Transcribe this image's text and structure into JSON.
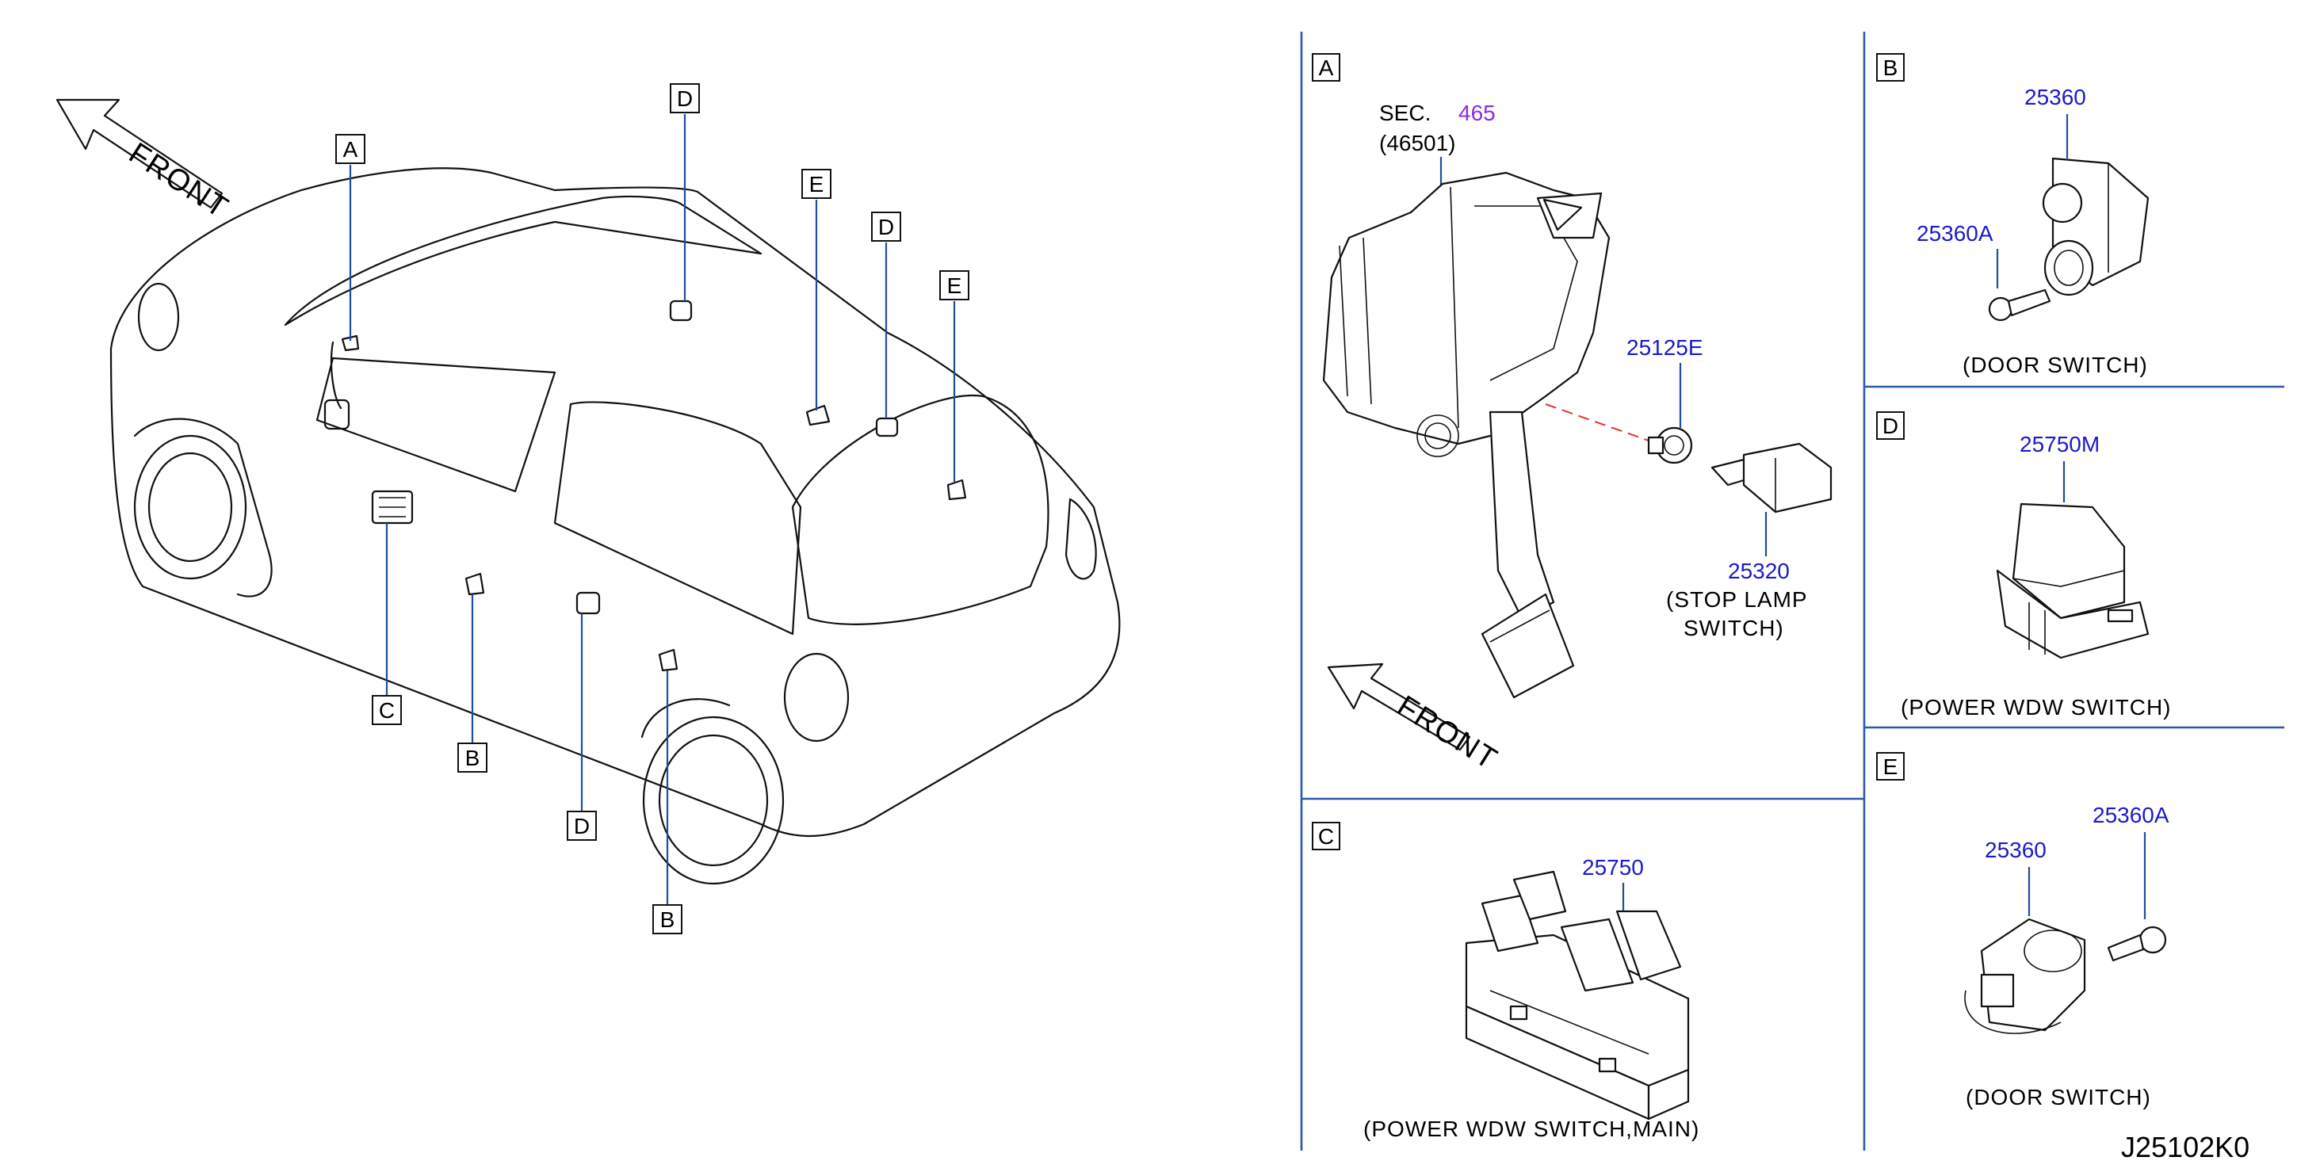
{
  "diagram_id": "J25102K0",
  "overview": {
    "front_label": "FRONT",
    "callouts": [
      "A",
      "D",
      "E",
      "D",
      "E",
      "C",
      "B",
      "D",
      "B"
    ]
  },
  "panel_a": {
    "letter": "A",
    "sec_prefix": "SEC.",
    "sec_number": "465",
    "sec_sub": "(46501)",
    "part_clip": "25125E",
    "part_switch": "25320",
    "caption_line1": "(STOP   LAMP",
    "caption_line2": "SWITCH)",
    "front_label": "FRONT"
  },
  "panel_b": {
    "letter": "B",
    "part_switch": "25360",
    "part_screw": "25360A",
    "caption": "(DOOR   SWITCH)"
  },
  "panel_c": {
    "letter": "C",
    "part": "25750",
    "caption": "(POWER   WDW   SWITCH,MAIN)"
  },
  "panel_d": {
    "letter": "D",
    "part": "25750M",
    "caption": "(POWER   WDW   SWITCH)"
  },
  "panel_e": {
    "letter": "E",
    "part_switch": "25360",
    "part_screw": "25360A",
    "caption": "(DOOR   SWITCH)"
  },
  "colors": {
    "part_number": "#1a1acc",
    "section_ref": "#8b2be2",
    "leader": "#1f4e9c",
    "divider": "#2b5aa8"
  }
}
